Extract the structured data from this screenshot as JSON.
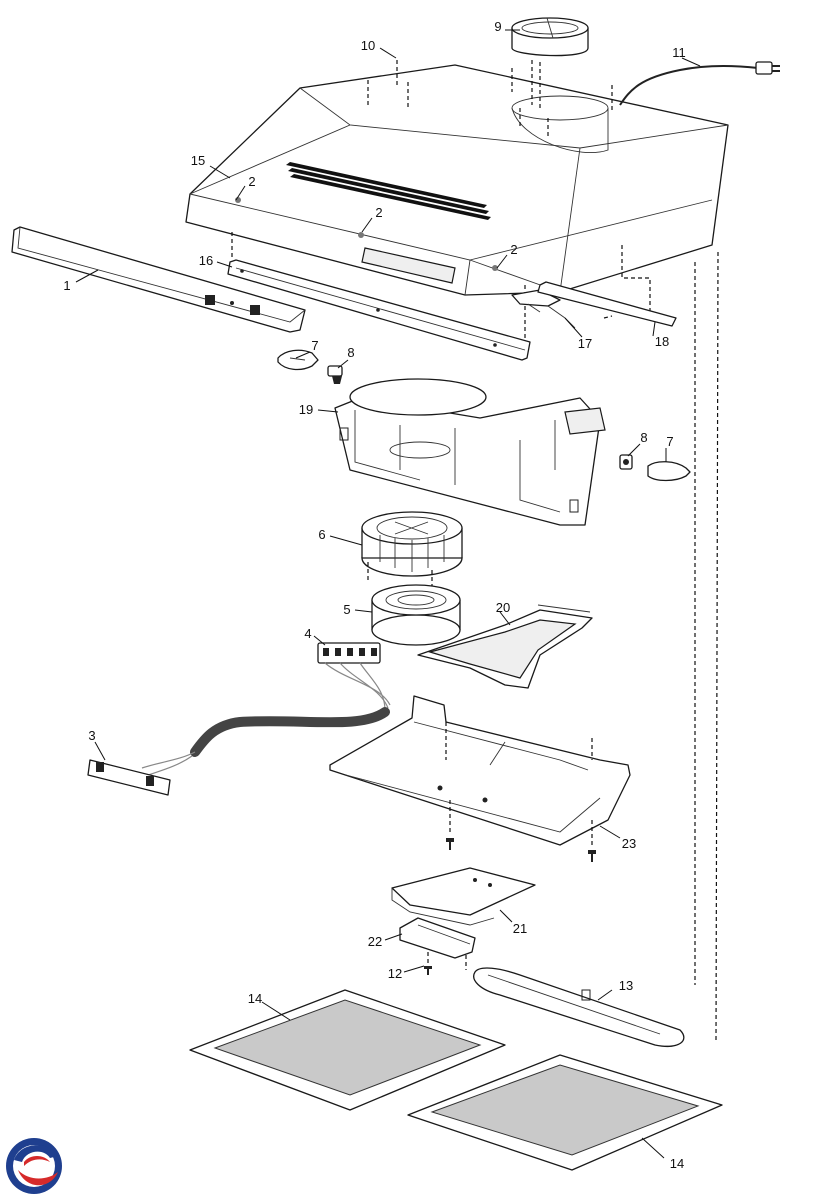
{
  "diagram": {
    "labels": [
      "1",
      "2",
      "2",
      "2",
      "3",
      "4",
      "5",
      "6",
      "7",
      "7",
      "8",
      "8",
      "9",
      "10",
      "11",
      "12",
      "13",
      "14",
      "14",
      "15",
      "16",
      "17",
      "18",
      "19",
      "20",
      "21",
      "22",
      "23"
    ]
  },
  "logo": {
    "name": "brand-logo",
    "colors": [
      "#1f3f8f",
      "#d62a2a"
    ]
  }
}
